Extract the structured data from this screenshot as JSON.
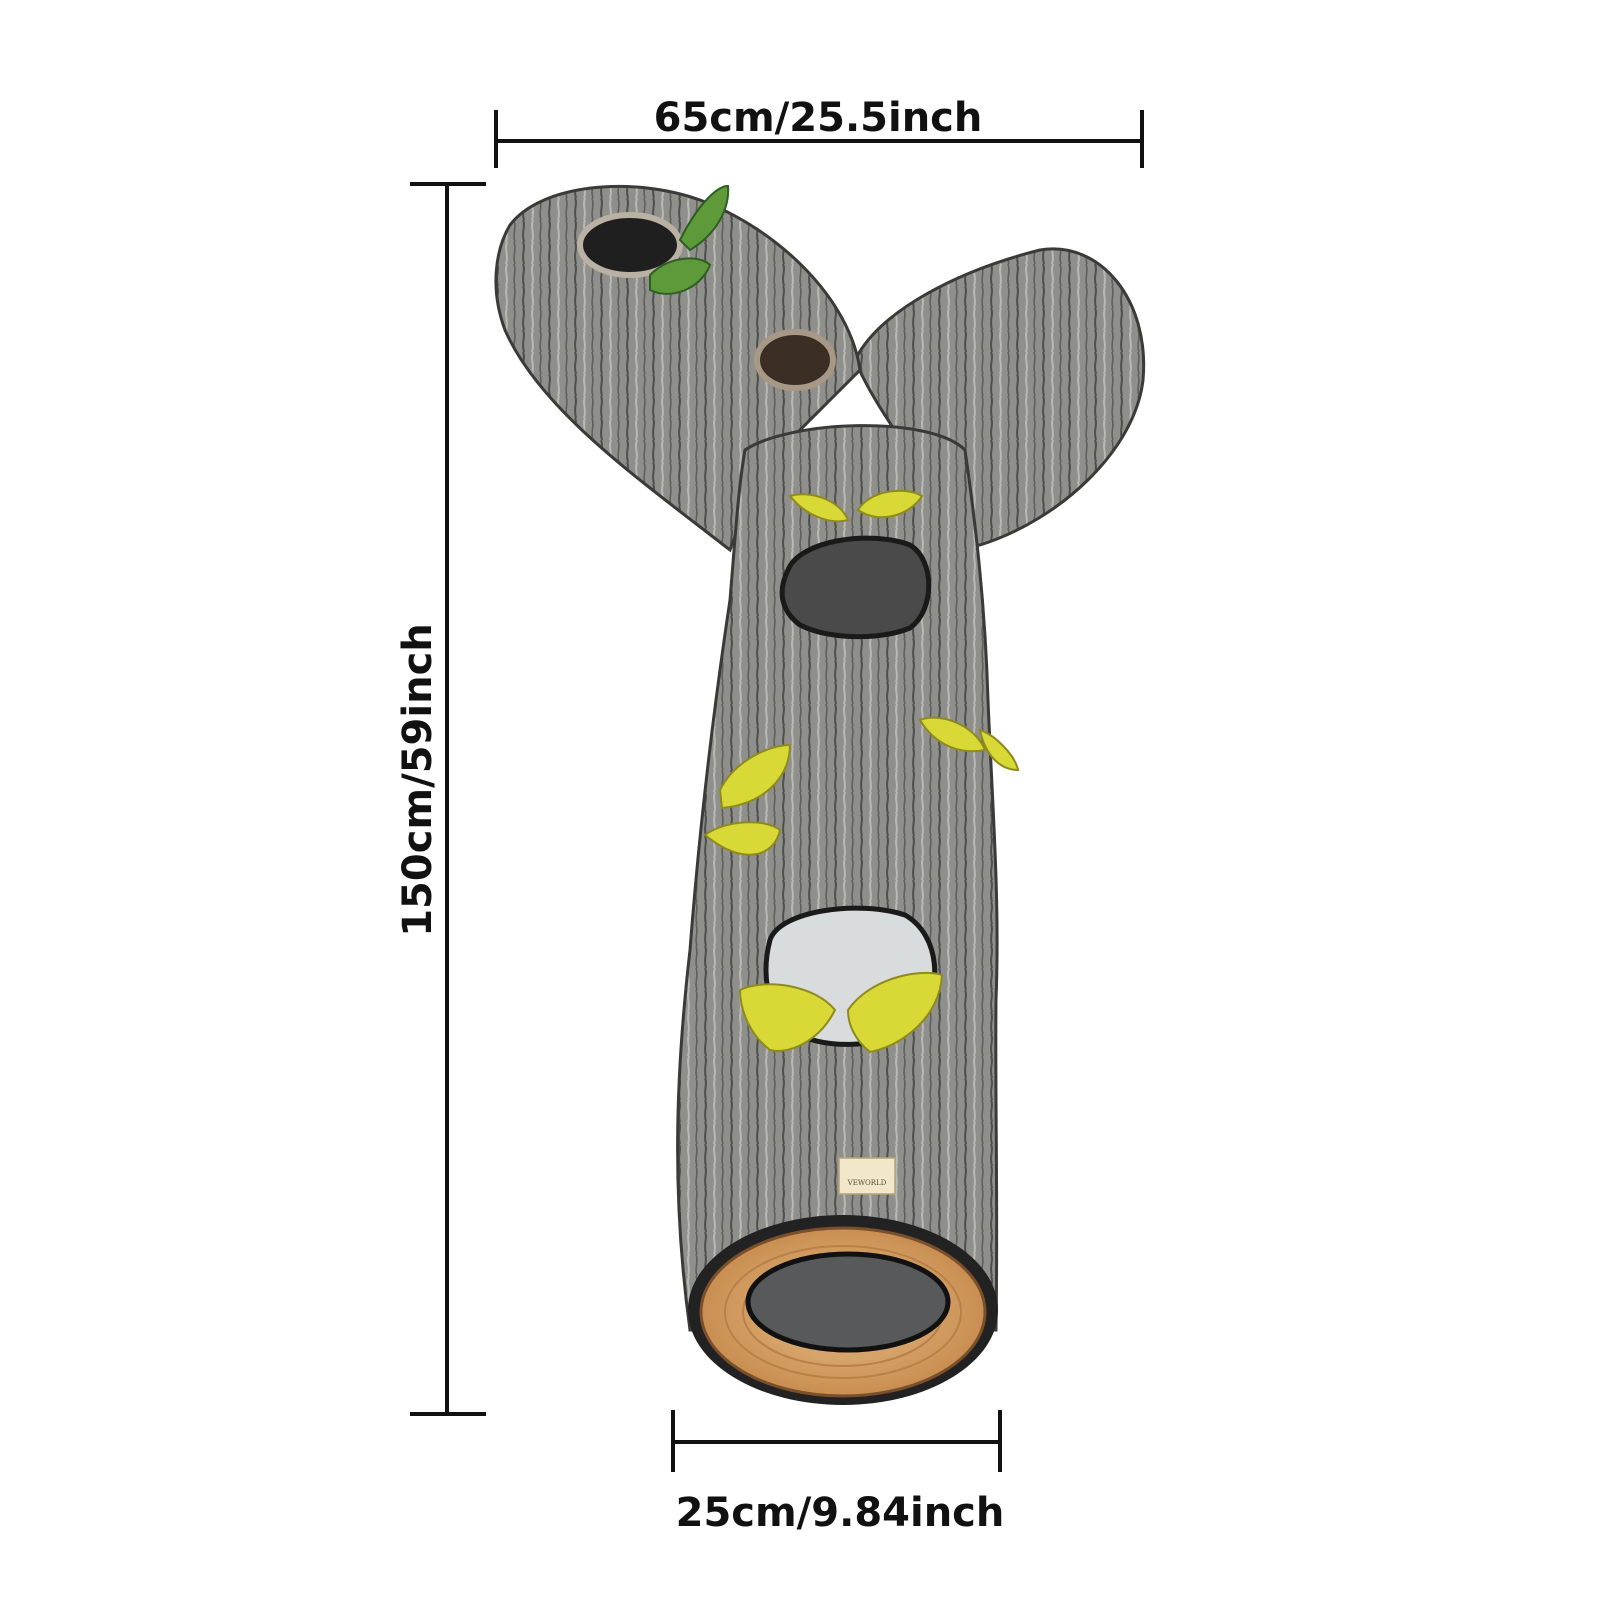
{
  "dimensions": {
    "width_label": "65cm/25.5inch",
    "height_label": "150cm/59inch",
    "bottom_label": "25cm/9.84inch"
  },
  "product": {
    "tag_text": "VEWORLD",
    "leaf_yellow": "#d8d836",
    "leaf_green": "#5e9a3a",
    "bark_color": "#8f8f8c",
    "wood_color": "#d8a56a"
  }
}
